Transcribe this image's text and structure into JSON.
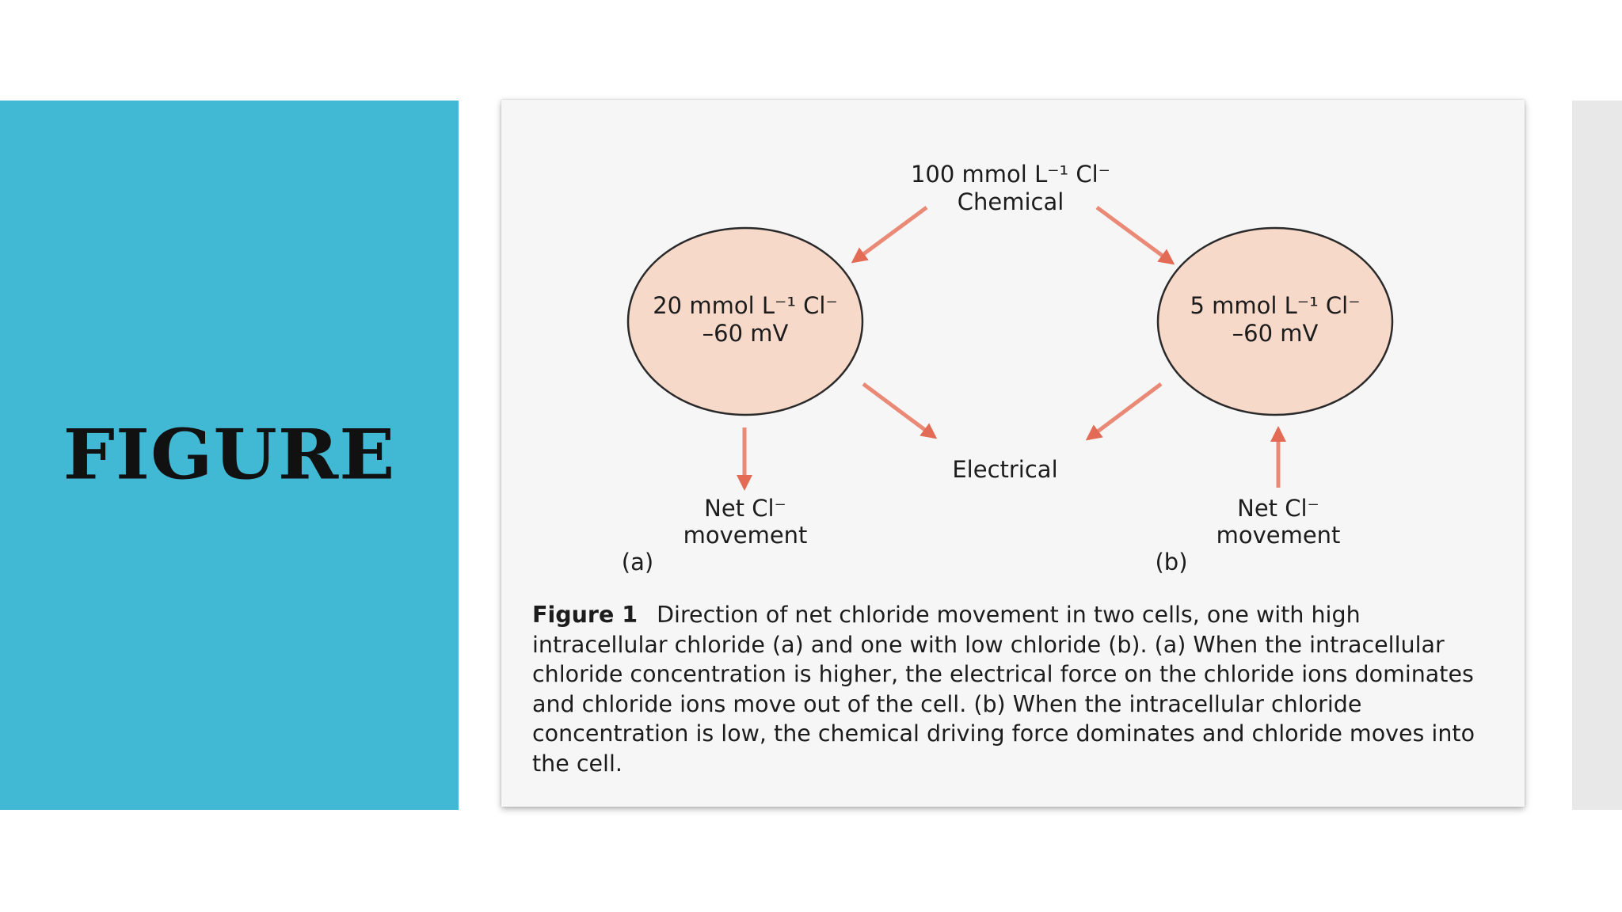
{
  "slide": {
    "title": "FIGURE"
  },
  "colors": {
    "panel": "#41b9d5",
    "cell_fill": "#f7d9ca",
    "arrow": "#e36b55"
  },
  "diagram": {
    "top_label": {
      "line1": "100 mmol L⁻¹ Cl⁻",
      "line2": "Chemical"
    },
    "cell_a": {
      "line1": "20 mmol L⁻¹ Cl⁻",
      "line2": "–60 mV"
    },
    "cell_b": {
      "line1": "5 mmol L⁻¹ Cl⁻",
      "line2": "–60 mV"
    },
    "electrical_label": "Electrical",
    "net_a": {
      "line1": "Net Cl⁻",
      "line2": "movement"
    },
    "net_b": {
      "line1": "Net Cl⁻",
      "line2": "movement"
    },
    "panel_a": "(a)",
    "panel_b": "(b)"
  },
  "caption": {
    "label": "Figure 1",
    "text": "Direction of net chloride movement in two cells, one with high intracellular chloride (a) and one with low chloride (b). (a) When the intracellular chloride concentration is higher, the electrical force on the chloride ions dominates and chloride ions move out of the cell. (b) When the intracellular chloride concentration is low, the chemical driving force dominates and chloride moves into the cell."
  }
}
